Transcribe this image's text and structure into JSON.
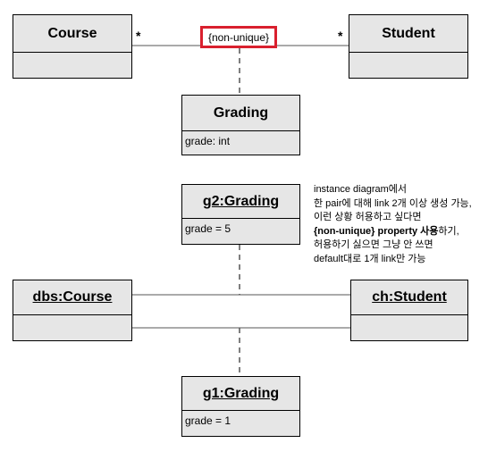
{
  "class_diagram": {
    "course": {
      "name": "Course"
    },
    "student": {
      "name": "Student"
    },
    "association": {
      "left_multiplicity": "*",
      "right_multiplicity": "*",
      "constraint": "{non-unique}"
    },
    "grading": {
      "name": "Grading",
      "attribute": "grade: int"
    }
  },
  "instance_diagram": {
    "g2": {
      "name": "g2:Grading",
      "attribute": "grade = 5"
    },
    "dbs": {
      "name": "dbs:Course"
    },
    "ch": {
      "name": "ch:Student"
    },
    "g1": {
      "name": "g1:Grading",
      "attribute": "grade = 1"
    }
  },
  "note": {
    "line1": "instance diagram에서",
    "line2": "한 pair에 대해 link 2개 이상 생성 가능,",
    "line3": "이런 상황 허용하고 싶다면",
    "line4_bold": "{non-unique} property 사용",
    "line4_rest": "하기,",
    "line5": "허용하기 싫으면 그냥 안 쓰면",
    "line6": "default대로 1개 link만 가능"
  },
  "colors": {
    "box_fill": "#e6e6e6",
    "constraint_border": "#d9202e",
    "dashed_line": "#555555"
  }
}
